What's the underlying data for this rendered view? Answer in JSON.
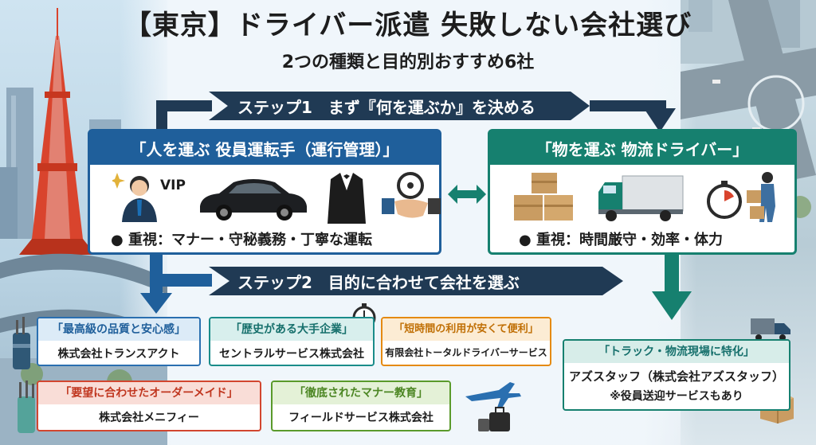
{
  "header": {
    "title": "【東京】ドライバー派遣 失敗しない会社選び",
    "subtitle": "2つの種類と目的別おすすめ6社"
  },
  "steps": {
    "step1": "ステップ1　まず『何を運ぶか』を決める",
    "step2": "ステップ2　目的に合わせて会社を選ぶ"
  },
  "panels": {
    "people": {
      "title": "「人を運ぶ 役員運転手（運行管理）」",
      "vip_label": "VIP",
      "note": "● 重視：マナー・守秘義務・丁寧な運転"
    },
    "goods": {
      "title": "「物を運ぶ 物流ドライバー」",
      "note": "● 重視：時間厳守・効率・体力"
    }
  },
  "cards": [
    {
      "header": "「最高級の品質と安心感」",
      "company": "株式会社トランスアクト"
    },
    {
      "header": "「歴史がある大手企業」",
      "company": "セントラルサービス株式会社"
    },
    {
      "header": "「短時間の利用が安くて便利」",
      "company": "有限会社トータルドライバーサービス"
    },
    {
      "header": "「要望に合わせたオーダーメイド」",
      "company": "株式会社メニフィー"
    },
    {
      "header": "「徹底されたマナー教育」",
      "company": "フィールドサービス株式会社"
    },
    {
      "header": "「トラック・物流現場に特化」",
      "company": "アズスタッフ（株式会社アズスタッフ）",
      "note": "※役員送迎サービスもあり"
    }
  ],
  "colors": {
    "navy": "#203a54",
    "blue": "#1f5f9b",
    "teal": "#16806f",
    "card_blue": "#2a6fb0",
    "card_teal": "#1a8c8a",
    "card_orange": "#e58a12",
    "card_red": "#d2462f",
    "card_green": "#5a9a2b",
    "card_teal2": "#16806f"
  }
}
